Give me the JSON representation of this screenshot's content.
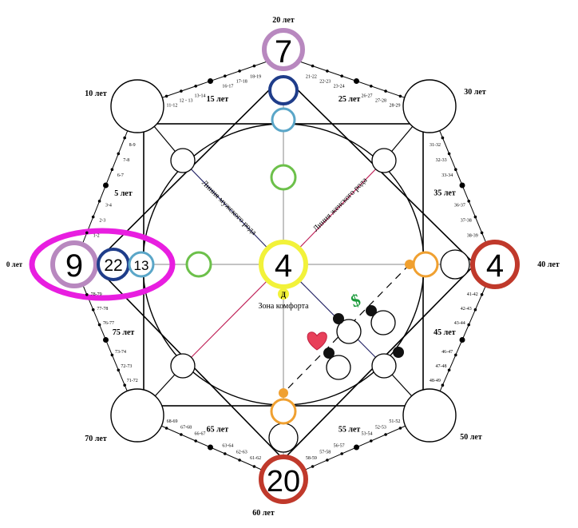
{
  "center": {
    "value": "4",
    "marker": "Д",
    "label": "Зона комфорта"
  },
  "top": {
    "value": "7",
    "age": "20 лет"
  },
  "right": {
    "value": "4",
    "age": "40 лет"
  },
  "bottom": {
    "value": "20",
    "age": "60 лет"
  },
  "left": {
    "value": "9",
    "inner1": "22",
    "inner2": "13",
    "age": "0 лет"
  },
  "corner_ages": {
    "tl": "10 лет",
    "tr": "30 лет",
    "br": "50 лет",
    "bl": "70 лет"
  },
  "lines": {
    "male": "Линия мужского рода",
    "female": "Линия женского рода"
  },
  "edges": [
    {
      "from": "left",
      "to": "tl",
      "labels": [
        "1-2",
        "2-3",
        "3-4",
        "5 лет",
        "6-7",
        "7-8",
        "8-9"
      ]
    },
    {
      "from": "tl",
      "to": "top",
      "labels": [
        "11-12",
        "12 - 13",
        "13-14",
        "15 лет",
        "16-17",
        "17-18",
        "18-19"
      ]
    },
    {
      "from": "top",
      "to": "tr",
      "labels": [
        "21-22",
        "22-23",
        "23-24",
        "25 лет",
        "26-27",
        "27-28",
        "28-29"
      ]
    },
    {
      "from": "tr",
      "to": "right",
      "labels": [
        "31-32",
        "32-33",
        "33-34",
        "35 лет",
        "36-37",
        "37-38",
        "38-39"
      ]
    },
    {
      "from": "right",
      "to": "br",
      "labels": [
        "41-42",
        "42-43",
        "43-44",
        "45 лет",
        "46-47",
        "47-48",
        "48-49"
      ]
    },
    {
      "from": "br",
      "to": "bottom",
      "labels": [
        "51-52",
        "52-53",
        "53-54",
        "55 лет",
        "56-57",
        "57-58",
        "58-59"
      ]
    },
    {
      "from": "bottom",
      "to": "bl",
      "labels": [
        "61-62",
        "62-63",
        "63-64",
        "65 лет",
        "66-67",
        "67-68",
        "68-69"
      ]
    },
    {
      "from": "bl",
      "to": "left",
      "labels": [
        "71-72",
        "72-73",
        "73-74",
        "75 лет",
        "76-77",
        "77-78",
        "78-79"
      ]
    }
  ],
  "icons": {
    "money": "dollar-icon",
    "love": "heart-icon"
  },
  "colors": {
    "purple": "#b888bf",
    "navy": "#1f3d8a",
    "lightblue": "#5aa6c8",
    "green": "#6cc04a",
    "yellow": "#f2f23a",
    "red": "#c0392b",
    "orange": "#f0a030",
    "magenta": "#e81ee0",
    "male_line": "#2a2a6a",
    "female_line": "#c0245a",
    "dollar": "#1a9a3a",
    "heart": "#e8405a"
  }
}
